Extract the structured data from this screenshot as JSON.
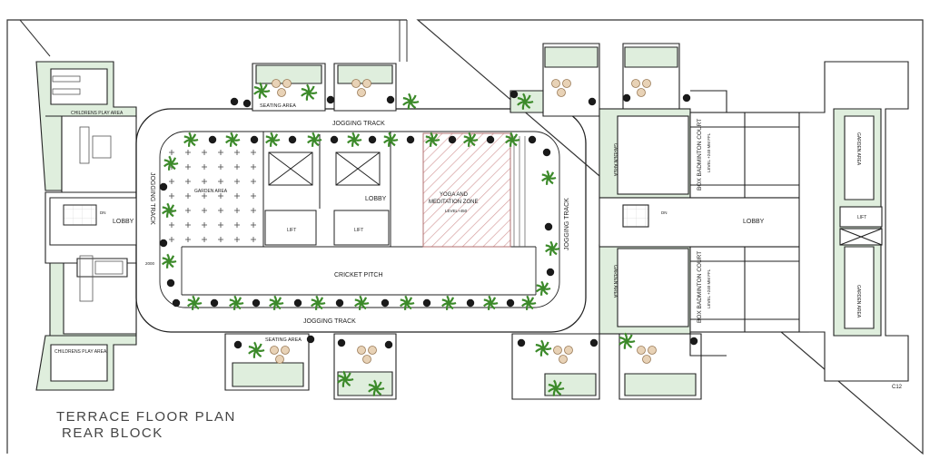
{
  "title": {
    "line1": "TERRACE FLOOR PLAN",
    "line2": "REAR BLOCK"
  },
  "sheet_ref": "C12",
  "colors": {
    "garden": "#dfeedd",
    "line": "#222222",
    "hatch": "#d7a0a0",
    "plant": "#3c8a2a",
    "shrub": "#1a1a1a",
    "seat": "#c9a47c"
  },
  "labels": {
    "childrens_play_top": "CHILDRENS PLAY AREA",
    "childrens_play_bottom": "CHILDRENS PLAY AREA",
    "seating_top": "SEATING AREA",
    "seating_bottom": "SEATING AREA",
    "jogging_top": "JOGGING TRACK",
    "jogging_bottom": "JOGGING TRACK",
    "jogging_left": "JOGGING TRACK",
    "jogging_right": "JOGGING TRACK",
    "garden_area_center": "GARDEN AREA",
    "lobby_center": "LOBBY",
    "lobby_left": "LOBBY",
    "lobby_right": "LOBBY",
    "lift_a": "LIFT",
    "lift_b": "LIFT",
    "lift_right": "LIFT",
    "yoga_line1": "YOGA AND",
    "yoga_line2": "MEDITATION ZONE",
    "yoga_level": "LEVEL+450",
    "cricket_pitch": "CRICKET PITCH",
    "garden_area_mid_top": "GARDEN AREA",
    "garden_area_mid_bottom": "GARDEN AREA",
    "badminton_top": "BOX BADMINTON COURT",
    "badminton_top_level": "LEVEL +240 MM FFL",
    "badminton_bottom": "BOX BADMINTON COURT",
    "badminton_bottom_level": "LEVEL +240 MM FFL",
    "garden_area_right_top": "GARDEN AREA",
    "garden_area_right_bottom": "GARDEN AREA",
    "dn_left": "DN",
    "dn_right": "DN",
    "dim_left": "2000"
  }
}
